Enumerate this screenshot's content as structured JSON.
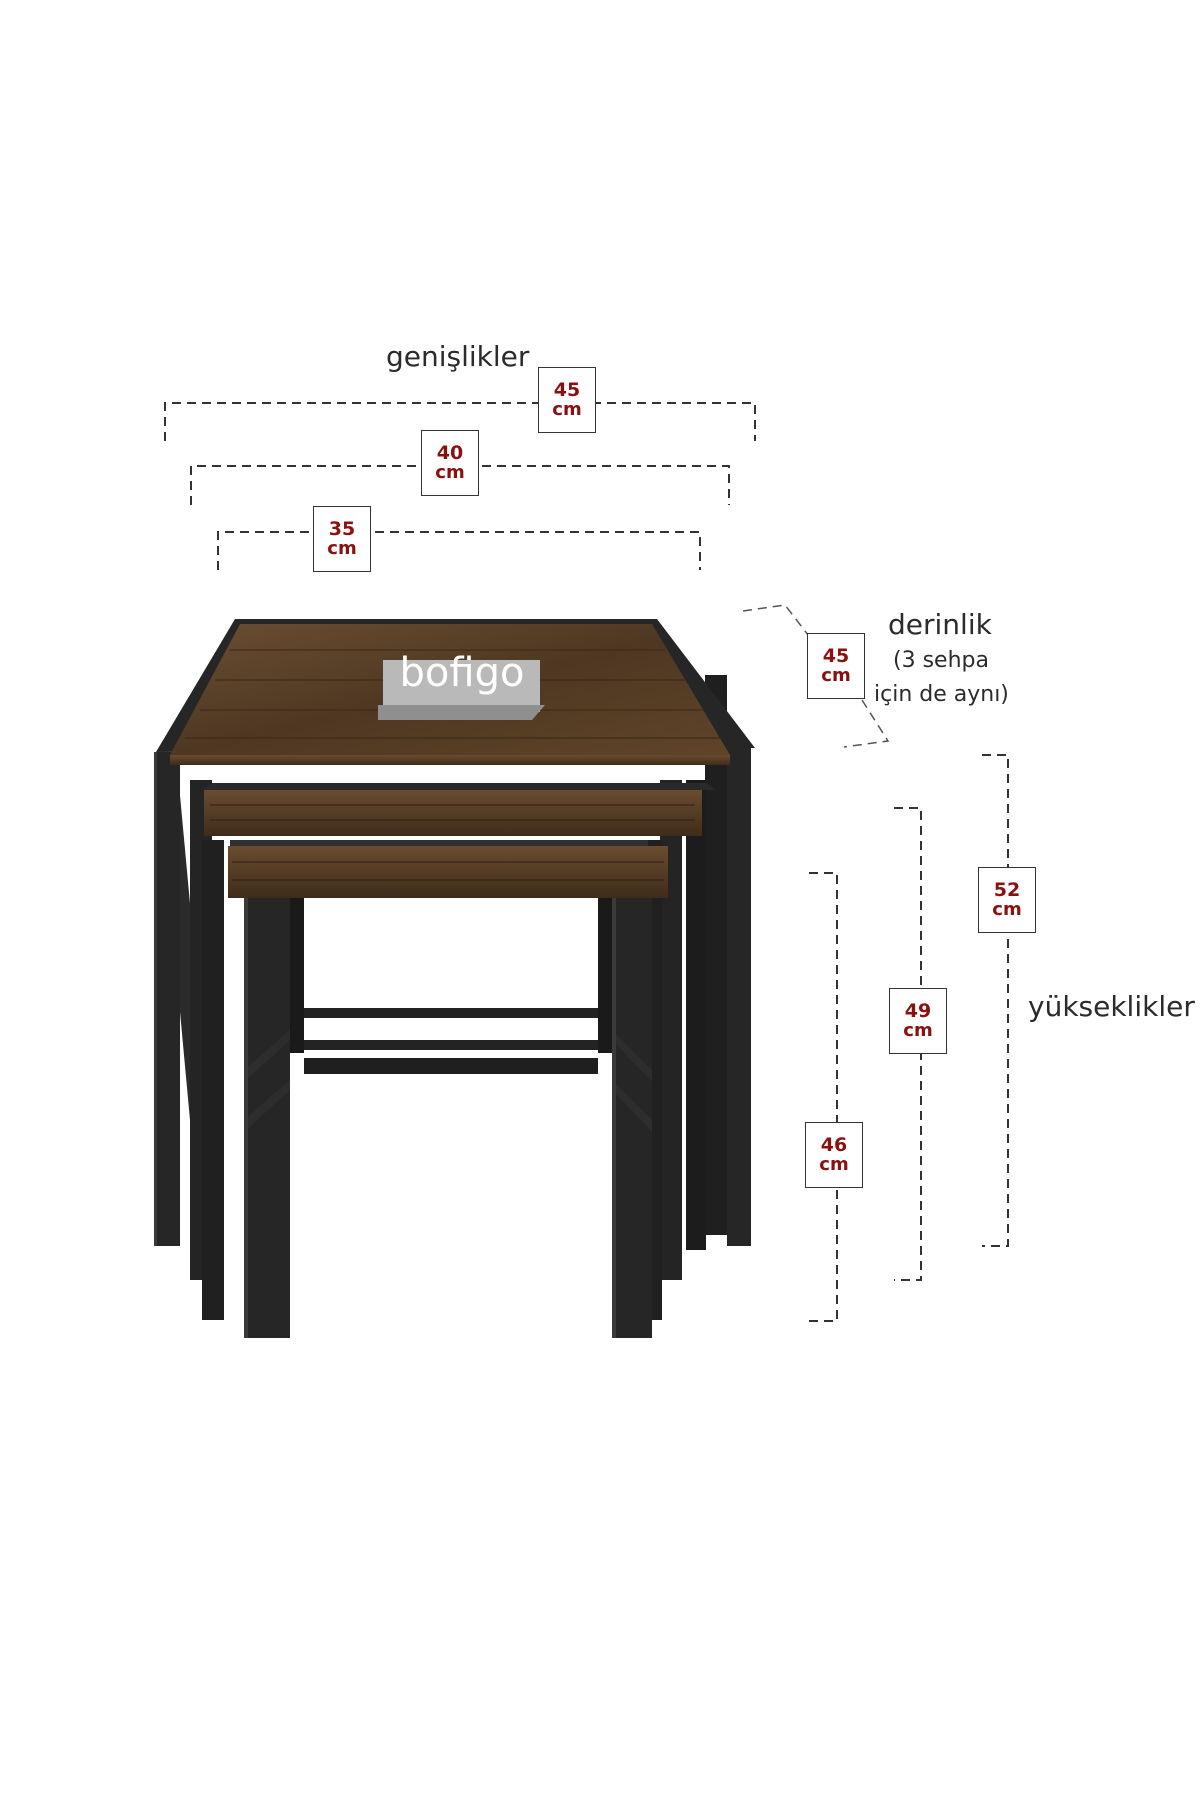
{
  "labels": {
    "widths_title": "genişlikler",
    "depth_title": "derinlik",
    "depth_note_line1": "(3 sehpa",
    "depth_note_line2": "için de aynı)",
    "heights_title": "yükseklikler"
  },
  "brand": {
    "logo_text": "bofigo"
  },
  "widths": [
    {
      "value": "45",
      "unit": "cm"
    },
    {
      "value": "40",
      "unit": "cm"
    },
    {
      "value": "35",
      "unit": "cm"
    }
  ],
  "depth": {
    "value": "45",
    "unit": "cm"
  },
  "heights": [
    {
      "value": "52",
      "unit": "cm"
    },
    {
      "value": "49",
      "unit": "cm"
    },
    {
      "value": "46",
      "unit": "cm"
    }
  ],
  "colors": {
    "dimension_text": "#8b1010",
    "frame": "#262626",
    "wood": "#5a4128"
  }
}
